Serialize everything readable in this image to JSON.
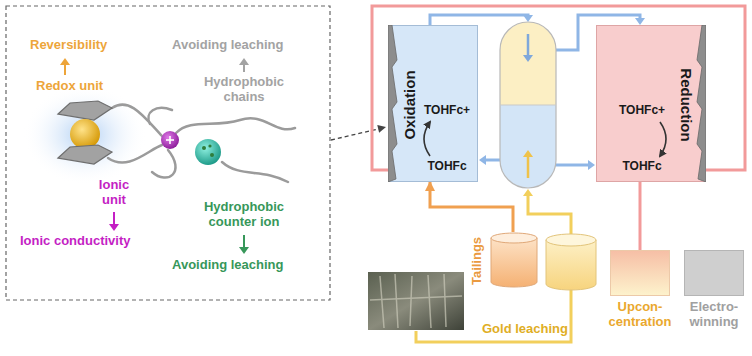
{
  "diagram": {
    "nodes": [
      {
        "text": [
          "Oxidation",
          "TOHFc+",
          "TOHFc"
        ]
      },
      {
        "text": [
          "Reduction",
          "TOHFc+",
          "TOHFc"
        ]
      },
      {
        "text": [
          "Tailings"
        ]
      },
      {
        "text": [
          "Upcon- centration"
        ]
      },
      {
        "text": [
          "Electro- winning"
        ]
      }
    ],
    "edges": [
      {
        "from": 2,
        "to": 0,
        "arrow": "to"
      },
      {
        "from": 1,
        "to": 3,
        "arrow": "none"
      }
    ],
    "labels": [
      "Reversibility",
      "Redox unit",
      "Avoiding leaching",
      "Hydrophobic chains",
      "Ionic unit",
      "Ionic conductivity",
      "Hydrophobic counter ion",
      "Avoiding leaching",
      "Gold leaching"
    ]
  }
}
